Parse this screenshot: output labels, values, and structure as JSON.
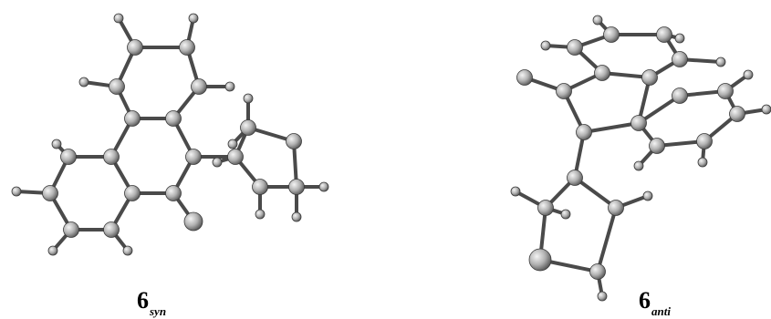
{
  "labels": {
    "syn": {
      "number": "6",
      "subscript": "syn"
    },
    "anti": {
      "number": "6",
      "subscript": "anti"
    }
  },
  "colors": {
    "bond": "#4a4a4a",
    "atom_light": "#f4f4f4",
    "atom_mid": "#b0b0b0",
    "atom_dark": "#555555",
    "atom_stroke": "#3a3a3a"
  }
}
